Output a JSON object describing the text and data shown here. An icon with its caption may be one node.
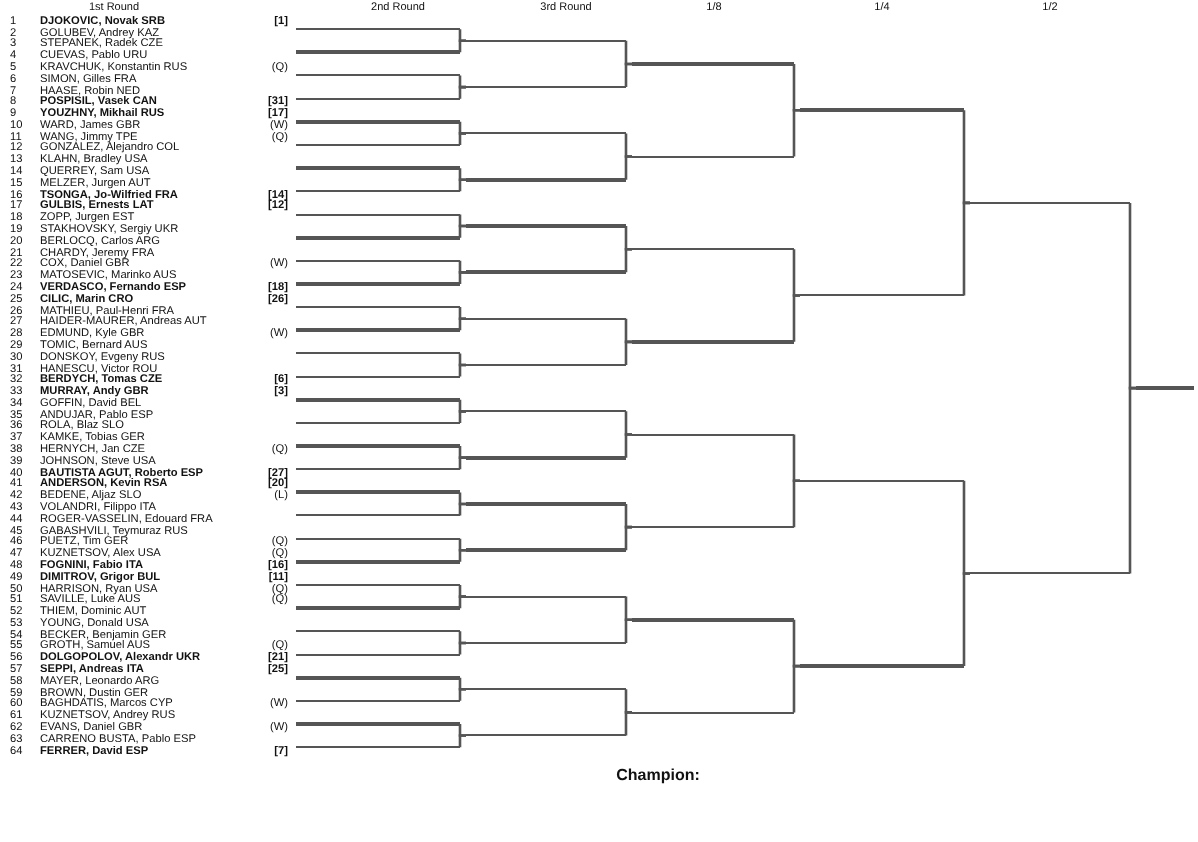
{
  "diagram": {
    "nodes": [
      {
        "text": [
          "1",
          "DJOKOVIC, Novak SRB"
        ],
        "beside": [
          "[1]"
        ]
      },
      {
        "text": [
          "2",
          "GOLUBEV, Andrey KAZ"
        ]
      },
      {
        "text": [
          "3",
          "STEPANEK, Radek CZE"
        ]
      },
      {
        "text": [
          "4",
          "CUEVAS, Pablo URU"
        ]
      },
      {
        "text": [
          "5",
          "KRAVCHUK, Konstantin RUS"
        ],
        "beside": [
          "(Q)"
        ]
      },
      {
        "text": [
          "6",
          "SIMON, Gilles FRA"
        ]
      },
      {
        "text": [
          "7",
          "HAASE, Robin NED"
        ]
      },
      {
        "text": [
          "8",
          "POSPISIL, Vasek CAN"
        ],
        "beside": [
          "[31]"
        ]
      },
      {
        "text": [
          "9",
          "YOUZHNY, Mikhail RUS"
        ],
        "beside": [
          "[17]"
        ]
      },
      {
        "text": [
          "10",
          "WARD, James GBR"
        ],
        "beside": [
          "(W)"
        ]
      },
      {
        "text": [
          "11",
          "WANG, Jimmy TPE"
        ],
        "beside": [
          "(Q)"
        ]
      },
      {
        "text": [
          "12",
          "GONZALEZ, Alejandro COL"
        ]
      },
      {
        "text": [
          "13",
          "KLAHN, Bradley USA"
        ]
      },
      {
        "text": [
          "14",
          "QUERREY, Sam USA"
        ]
      },
      {
        "text": [
          "15",
          "MELZER, Jurgen AUT"
        ]
      },
      {
        "text": [
          "16",
          "TSONGA, Jo-Wilfried FRA"
        ],
        "beside": [
          "[14]"
        ]
      },
      {
        "text": [
          "17",
          "GULBIS, Ernests LAT"
        ],
        "beside": [
          "[12]"
        ]
      },
      {
        "text": [
          "18",
          "ZOPP, Jurgen EST"
        ]
      },
      {
        "text": [
          "19",
          "STAKHOVSKY, Sergiy UKR"
        ]
      },
      {
        "text": [
          "20",
          "BERLOCQ, Carlos ARG"
        ]
      },
      {
        "text": [
          "21",
          "CHARDY, Jeremy FRA"
        ]
      },
      {
        "text": [
          "22",
          "COX, Daniel GBR"
        ],
        "beside": [
          "(W)"
        ]
      },
      {
        "text": [
          "23",
          "MATOSEVIC, Marinko AUS"
        ]
      },
      {
        "text": [
          "24",
          "VERDASCO, Fernando ESP"
        ],
        "beside": [
          "[18]"
        ]
      },
      {
        "text": [
          "25",
          "CILIC, Marin CRO"
        ],
        "beside": [
          "[26]"
        ]
      },
      {
        "text": [
          "26",
          "MATHIEU, Paul-Henri FRA"
        ]
      },
      {
        "text": [
          "27",
          "HAIDER-MAURER, Andreas AUT"
        ]
      },
      {
        "text": [
          "28",
          "EDMUND, Kyle GBR"
        ],
        "beside": [
          "(W)"
        ]
      },
      {
        "text": [
          "29",
          "TOMIC, Bernard AUS"
        ]
      },
      {
        "text": [
          "30",
          "DONSKOY, Evgeny RUS"
        ]
      },
      {
        "text": [
          "31",
          "HANESCU, Victor ROU"
        ]
      },
      {
        "text": [
          "32",
          "BERDYCH, Tomas CZE"
        ],
        "beside": [
          "[6]"
        ]
      },
      {
        "text": [
          "33",
          "MURRAY, Andy GBR"
        ],
        "beside": [
          "[3]"
        ]
      },
      {
        "text": [
          "34",
          "GOFFIN, David BEL"
        ]
      },
      {
        "text": [
          "35",
          "ANDUJAR, Pablo ESP"
        ]
      },
      {
        "text": [
          "36",
          "ROLA, Blaz SLO"
        ]
      },
      {
        "text": [
          "37",
          "KAMKE, Tobias GER"
        ]
      },
      {
        "text": [
          "38",
          "HERNYCH, Jan CZE"
        ],
        "beside": [
          "(Q)"
        ]
      },
      {
        "text": [
          "39",
          "JOHNSON, Steve USA"
        ]
      },
      {
        "text": [
          "40",
          "BAUTISTA AGUT, Roberto ESP"
        ],
        "beside": [
          "[27]"
        ]
      },
      {
        "text": [
          "41",
          "ANDERSON, Kevin RSA"
        ],
        "beside": [
          "[20]"
        ]
      },
      {
        "text": [
          "42",
          "BEDENE, Aljaz SLO"
        ],
        "beside": [
          "(L)"
        ]
      },
      {
        "text": [
          "43",
          "VOLANDRI, Filippo ITA"
        ]
      },
      {
        "text": [
          "44",
          "ROGER-VASSELIN, Edouard FRA"
        ]
      },
      {
        "text": [
          "45",
          "GABASHVILI, Teymuraz RUS"
        ]
      },
      {
        "text": [
          "46",
          "PUETZ, Tim GER"
        ],
        "beside": [
          "(Q)"
        ]
      },
      {
        "text": [
          "47",
          "KUZNETSOV, Alex USA"
        ],
        "beside": [
          "(Q)"
        ]
      },
      {
        "text": [
          "48",
          "FOGNINI, Fabio ITA"
        ],
        "beside": [
          "[16]"
        ]
      },
      {
        "text": [
          "49",
          "DIMITROV, Grigor BUL"
        ],
        "beside": [
          "[11]"
        ]
      },
      {
        "text": [
          "50",
          "HARRISON, Ryan USA"
        ],
        "beside": [
          "(Q)"
        ]
      },
      {
        "text": [
          "51",
          "SAVILLE, Luke AUS"
        ],
        "beside": [
          "(Q)"
        ]
      },
      {
        "text": [
          "52",
          "THIEM, Dominic AUT"
        ]
      },
      {
        "text": [
          "53",
          "YOUNG, Donald USA"
        ]
      },
      {
        "text": [
          "54",
          "BECKER, Benjamin GER"
        ]
      },
      {
        "text": [
          "55",
          "GROTH, Samuel AUS"
        ],
        "beside": [
          "(Q)"
        ]
      },
      {
        "text": [
          "56",
          "DOLGOPOLOV, Alexandr UKR"
        ],
        "beside": [
          "[21]"
        ]
      },
      {
        "text": [
          "57",
          "SEPPI, Andreas ITA"
        ],
        "beside": [
          "[25]"
        ]
      },
      {
        "text": [
          "58",
          "MAYER, Leonardo ARG"
        ]
      },
      {
        "text": [
          "59",
          "BROWN, Dustin GER"
        ]
      },
      {
        "text": [
          "60",
          "BAGHDATIS, Marcos CYP"
        ],
        "beside": [
          "(W)"
        ]
      },
      {
        "text": [
          "61",
          "KUZNETSOV, Andrey RUS"
        ]
      },
      {
        "text": [
          "62",
          "EVANS, Daniel GBR"
        ],
        "beside": [
          "(W)"
        ]
      },
      {
        "text": [
          "63",
          "CARRENO BUSTA, Pablo ESP"
        ]
      },
      {
        "text": [
          "64",
          "FERRER, David ESP"
        ],
        "beside": [
          "[7]"
        ]
      },
      {
        "text": [],
        "shape": "line"
      },
      {
        "text": [],
        "shape": "line"
      },
      {
        "text": [],
        "shape": "line"
      },
      {
        "text": [],
        "shape": "line"
      },
      {
        "text": [],
        "shape": "line"
      },
      {
        "text": [],
        "shape": "line"
      },
      {
        "text": [],
        "shape": "line"
      },
      {
        "text": [],
        "shape": "line"
      },
      {
        "text": [],
        "shape": "line"
      },
      {
        "text": [],
        "shape": "line"
      },
      {
        "text": [],
        "shape": "line"
      },
      {
        "text": [],
        "shape": "line"
      },
      {
        "text": [],
        "shape": "line"
      },
      {
        "text": [],
        "shape": "line"
      },
      {
        "text": [],
        "shape": "line"
      },
      {
        "text": [],
        "shape": "line"
      },
      {
        "text": [],
        "shape": "line"
      },
      {
        "text": [],
        "shape": "line"
      },
      {
        "text": [],
        "shape": "line"
      },
      {
        "text": [],
        "shape": "line"
      },
      {
        "text": [],
        "shape": "line"
      },
      {
        "text": [],
        "shape": "line"
      },
      {
        "text": [],
        "shape": "line"
      },
      {
        "text": [],
        "shape": "line"
      },
      {
        "text": [],
        "shape": "line"
      },
      {
        "text": [],
        "shape": "line"
      },
      {
        "text": [],
        "shape": "line"
      },
      {
        "text": [],
        "shape": "line"
      },
      {
        "text": [],
        "shape": "line"
      },
      {
        "text": [],
        "shape": "line"
      },
      {
        "text": [],
        "shape": "line"
      },
      {
        "text": [],
        "shape": "line"
      },
      {
        "text": [],
        "shape": "line"
      },
      {
        "text": [],
        "shape": "line"
      },
      {
        "text": [],
        "shape": "line"
      },
      {
        "text": [],
        "shape": "line"
      },
      {
        "text": [],
        "shape": "line"
      },
      {
        "text": [],
        "shape": "line"
      },
      {
        "text": [],
        "shape": "line"
      },
      {
        "text": [],
        "shape": "line"
      },
      {
        "text": [],
        "shape": "line"
      },
      {
        "text": [],
        "shape": "line"
      },
      {
        "text": [],
        "shape": "line"
      },
      {
        "text": [],
        "shape": "line"
      },
      {
        "text": [],
        "shape": "line"
      },
      {
        "text": [],
        "shape": "line"
      },
      {
        "text": [],
        "shape": "line"
      },
      {
        "text": [],
        "shape": "line"
      },
      {
        "text": [],
        "shape": "line"
      },
      {
        "text": [],
        "shape": "line"
      },
      {
        "text": [],
        "shape": "line"
      },
      {
        "text": [],
        "shape": "line"
      },
      {
        "text": [],
        "shape": "line"
      },
      {
        "text": [],
        "shape": "line"
      },
      {
        "text": [],
        "shape": "line"
      },
      {
        "text": [],
        "shape": "line"
      },
      {
        "text": [],
        "shape": "line"
      },
      {
        "text": [],
        "shape": "line"
      },
      {
        "text": [],
        "shape": "line"
      },
      {
        "text": [],
        "shape": "line"
      },
      {
        "text": [],
        "shape": "line"
      },
      {
        "text": [],
        "shape": "line"
      },
      {
        "text": [],
        "shape": "line"
      }
    ],
    "edges": [
      {
        "from": 64,
        "to": 96,
        "arrow": "none"
      },
      {
        "from": 65,
        "to": 96,
        "arrow": "none"
      },
      {
        "from": 66,
        "to": 97,
        "arrow": "none"
      },
      {
        "from": 67,
        "to": 97,
        "arrow": "none"
      },
      {
        "from": 68,
        "to": 98,
        "arrow": "none"
      },
      {
        "from": 69,
        "to": 98,
        "arrow": "none"
      },
      {
        "from": 70,
        "to": 99,
        "arrow": "none"
      },
      {
        "from": 71,
        "to": 99,
        "arrow": "none"
      },
      {
        "from": 72,
        "to": 100,
        "arrow": "none"
      },
      {
        "from": 73,
        "to": 100,
        "arrow": "none"
      },
      {
        "from": 74,
        "to": 101,
        "arrow": "none"
      },
      {
        "from": 75,
        "to": 101,
        "arrow": "none"
      },
      {
        "from": 76,
        "to": 102,
        "arrow": "none"
      },
      {
        "from": 77,
        "to": 102,
        "arrow": "none"
      },
      {
        "from": 78,
        "to": 103,
        "arrow": "none"
      },
      {
        "from": 79,
        "to": 103,
        "arrow": "none"
      },
      {
        "from": 80,
        "to": 104,
        "arrow": "none"
      },
      {
        "from": 81,
        "to": 104,
        "arrow": "none"
      },
      {
        "from": 82,
        "to": 105,
        "arrow": "none"
      },
      {
        "from": 83,
        "to": 105,
        "arrow": "none"
      },
      {
        "from": 84,
        "to": 106,
        "arrow": "none"
      },
      {
        "from": 85,
        "to": 106,
        "arrow": "none"
      },
      {
        "from": 86,
        "to": 107,
        "arrow": "none"
      },
      {
        "from": 87,
        "to": 107,
        "arrow": "none"
      },
      {
        "from": 88,
        "to": 108,
        "arrow": "none"
      },
      {
        "from": 89,
        "to": 108,
        "arrow": "none"
      },
      {
        "from": 90,
        "to": 109,
        "arrow": "none"
      },
      {
        "from": 91,
        "to": 109,
        "arrow": "none"
      },
      {
        "from": 92,
        "to": 110,
        "arrow": "none"
      },
      {
        "from": 93,
        "to": 110,
        "arrow": "none"
      },
      {
        "from": 94,
        "to": 111,
        "arrow": "none"
      },
      {
        "from": 95,
        "to": 111,
        "arrow": "none"
      },
      {
        "from": 96,
        "to": 112,
        "arrow": "none"
      },
      {
        "from": 97,
        "to": 112,
        "arrow": "none"
      },
      {
        "from": 98,
        "to": 113,
        "arrow": "none"
      },
      {
        "from": 99,
        "to": 113,
        "arrow": "none"
      },
      {
        "from": 100,
        "to": 114,
        "arrow": "none"
      },
      {
        "from": 101,
        "to": 114,
        "arrow": "none"
      },
      {
        "from": 102,
        "to": 115,
        "arrow": "none"
      },
      {
        "from": 103,
        "to": 115,
        "arrow": "none"
      },
      {
        "from": 104,
        "to": 116,
        "arrow": "none"
      },
      {
        "from": 105,
        "to": 116,
        "arrow": "none"
      },
      {
        "from": 106,
        "to": 117,
        "arrow": "none"
      },
      {
        "from": 107,
        "to": 117,
        "arrow": "none"
      },
      {
        "from": 108,
        "to": 118,
        "arrow": "none"
      },
      {
        "from": 109,
        "to": 118,
        "arrow": "none"
      },
      {
        "from": 110,
        "to": 119,
        "arrow": "none"
      },
      {
        "from": 111,
        "to": 119,
        "arrow": "none"
      },
      {
        "from": 112,
        "to": 120,
        "arrow": "none"
      },
      {
        "from": 113,
        "to": 120,
        "arrow": "none"
      },
      {
        "from": 114,
        "to": 121,
        "arrow": "none"
      },
      {
        "from": 115,
        "to": 121,
        "arrow": "none"
      },
      {
        "from": 116,
        "to": 122,
        "arrow": "none"
      },
      {
        "from": 117,
        "to": 122,
        "arrow": "none"
      },
      {
        "from": 118,
        "to": 123,
        "arrow": "none"
      },
      {
        "from": 119,
        "to": 123,
        "arrow": "none"
      },
      {
        "from": 120,
        "to": 124,
        "arrow": "none"
      },
      {
        "from": 121,
        "to": 124,
        "arrow": "none"
      },
      {
        "from": 122,
        "to": 125,
        "arrow": "none"
      },
      {
        "from": 123,
        "to": 125,
        "arrow": "none"
      },
      {
        "from": 124,
        "to": 126,
        "arrow": "none"
      },
      {
        "from": 125,
        "to": 126,
        "arrow": "none"
      }
    ],
    "labels": [
      "1st Round",
      "2nd Round",
      "3rd Round",
      "1/8",
      "1/4",
      "1/2",
      "Champion:"
    ]
  }
}
